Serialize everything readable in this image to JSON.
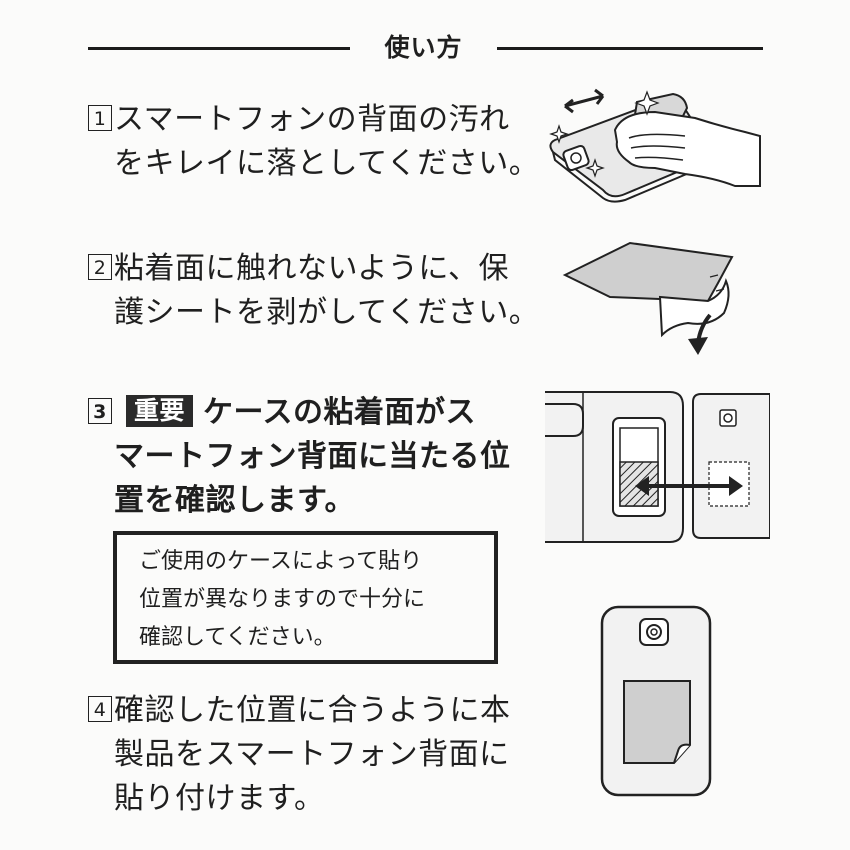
{
  "header": {
    "title": "使い方"
  },
  "steps": [
    {
      "number": "1",
      "lines": [
        "スマートフォンの背面の汚れ",
        "をキレイに落としてください。"
      ]
    },
    {
      "number": "2",
      "lines": [
        "粘着面に触れないように、保",
        "護シートを剥がしてください。"
      ]
    },
    {
      "number": "3",
      "badge": "重要",
      "lines": [
        "ケースの粘着面がス",
        "マートフォン背面に当たる位",
        "置を確認します。"
      ]
    },
    {
      "number": "4",
      "lines": [
        "確認した位置に合うように本",
        "製品をスマートフォン背面に",
        "貼り付けます。"
      ]
    }
  ],
  "notice": {
    "lines": [
      "ご使用のケースによって貼り",
      "位置が異なりますので十分に",
      "確認してください。"
    ]
  },
  "colors": {
    "ink": "#1f1f1f",
    "badge_bg": "#2a2a2a",
    "sheet_fill": "#c9c9c9",
    "paper": "#fbfbfa"
  },
  "illustrations": [
    "wiping-phone-illustration",
    "peeling-sheet-illustration",
    "case-position-illustration",
    "phone-applied-illustration"
  ]
}
